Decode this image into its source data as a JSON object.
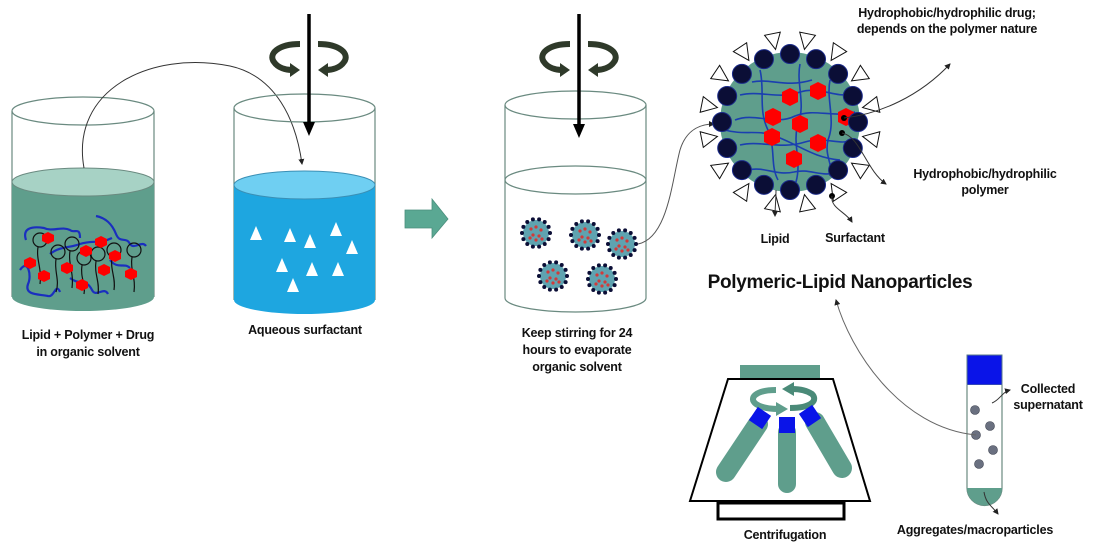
{
  "diagram": {
    "title": "Polymeric-Lipid Nanoparticles",
    "steps": [
      {
        "id": "organic-phase",
        "label_line1": "Lipid + Polymer + Drug",
        "label_line2": "in organic solvent"
      },
      {
        "id": "aqueous-phase",
        "label_line1": "Aqueous surfactant"
      },
      {
        "id": "stirring",
        "label_line1": "Keep stirring  for 24",
        "label_line2": "hours to evaporate",
        "label_line3": "organic solvent"
      },
      {
        "id": "centrifugation",
        "label_line1": "Centrifugation"
      }
    ],
    "nanoparticle_labels": {
      "drug_line1": "Hydrophobic/hydrophilic drug;",
      "drug_line2": "depends on the polymer nature",
      "polymer_line1": "Hydrophobic/hydrophilic",
      "polymer_line2": "polymer",
      "lipid": "Lipid",
      "surfactant": "Surfactant"
    },
    "tube_labels": {
      "supernatant_line1": "Collected",
      "supernatant_line2": "supernatant",
      "aggregates": "Aggregates/macroparticles"
    },
    "colors": {
      "organic_solution": "#5f9e8c",
      "aqueous_solution": "#1ea6e0",
      "polymer": "#1a2fbf",
      "drug": "#ff0000",
      "lipid_head": "#0b0e36",
      "process_arrow": "#5aa893",
      "tube_cap": "#0a14e8",
      "stir_arrow": "#2f3a2a"
    }
  }
}
